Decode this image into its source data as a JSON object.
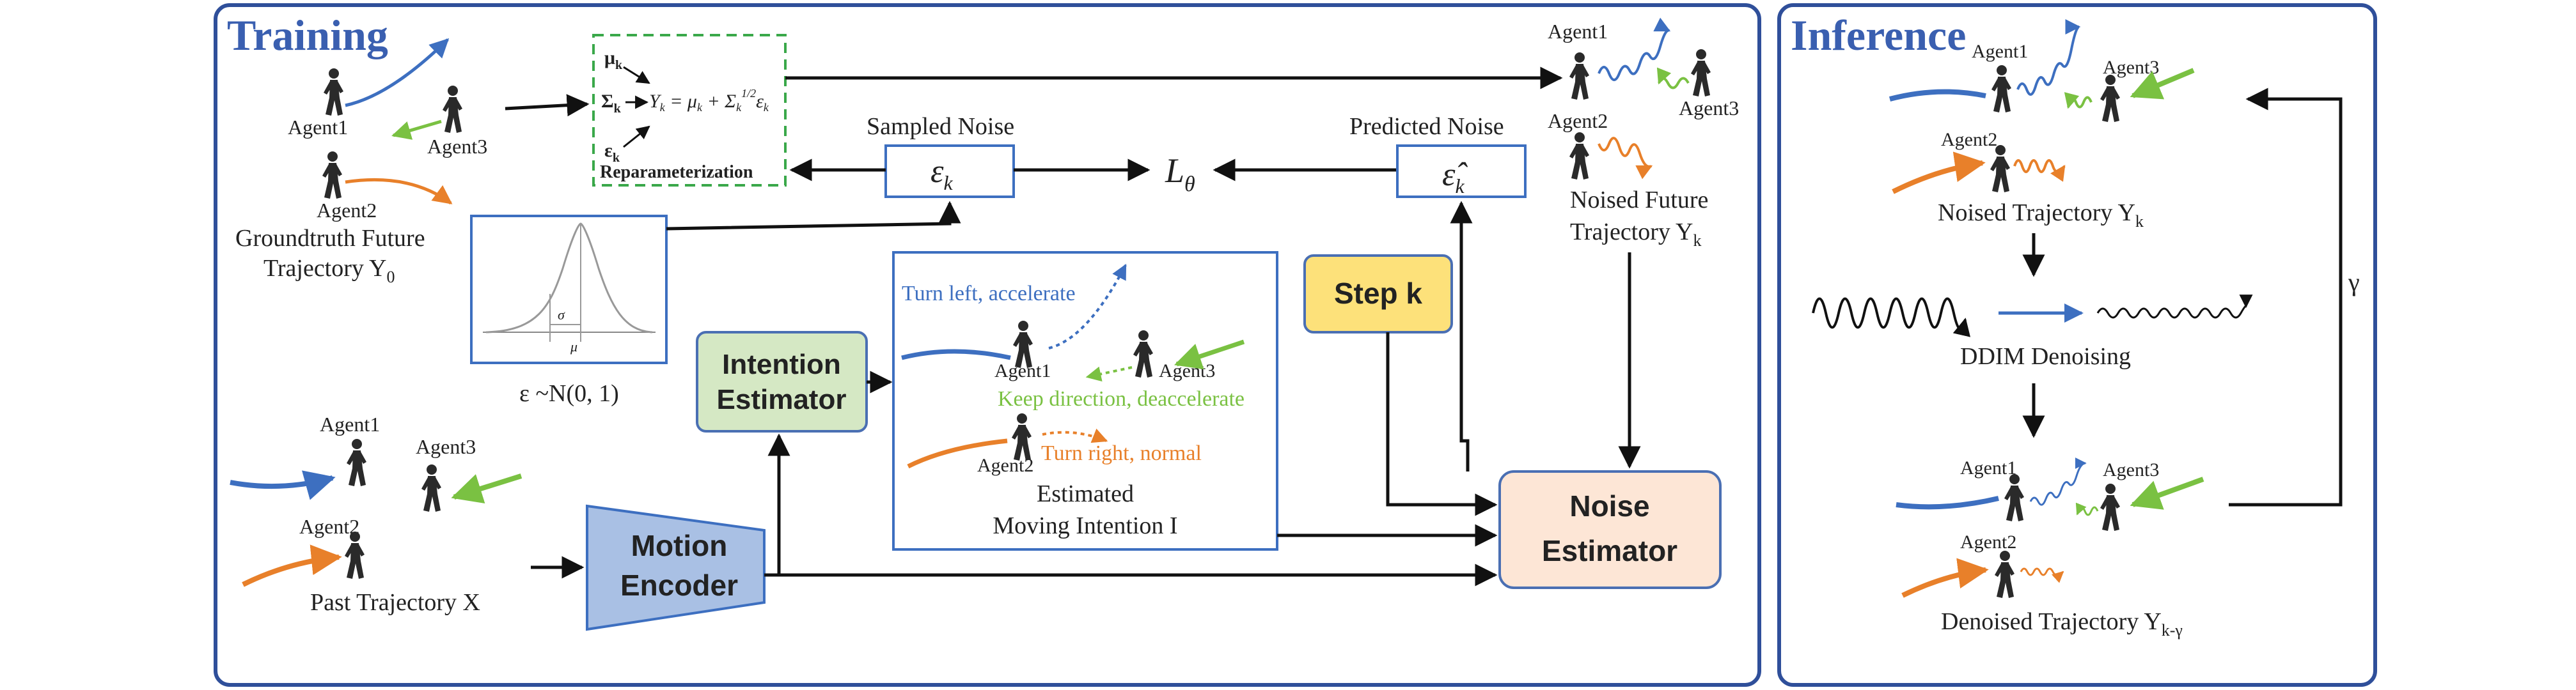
{
  "training": {
    "title": "Training",
    "agents": {
      "a1": "Agent1",
      "a2": "Agent2",
      "a3": "Agent3"
    },
    "groundtruth_l1": "Groundtruth Future",
    "groundtruth_l2": "Trajectory Y",
    "groundtruth_sub": "0",
    "reparam": {
      "mu": "μ",
      "sigma": "Σ",
      "eps": "ε",
      "sub": "k",
      "formula": "Y",
      "formula_rest": " = μ",
      "formula_plus": " + Σ",
      "formula_pow": "1/2",
      "label": "Reparameterization"
    },
    "sampled_noise": "Sampled Noise",
    "eps_k": "ε",
    "eps_sub": "k",
    "loss": "L",
    "loss_sub": "θ",
    "predicted_noise": "Predicted Noise",
    "eps_hat": "ε̂",
    "noised_future_l1": "Noised Future",
    "noised_future_l2": "Trajectory Y",
    "gauss_sigma": "σ",
    "gauss_mu": "μ",
    "gauss_dist": "ε ~N(0, 1)",
    "intention_estimator_l1": "Intention",
    "intention_estimator_l2": "Estimator",
    "turn_left": "Turn left, accelerate",
    "keep_direction": "Keep direction, deaccelerate",
    "turn_right": "Turn right, normal",
    "estimated_l1": "Estimated",
    "estimated_l2": "Moving Intention I",
    "step_k": "Step k",
    "noise_estimator_l1": "Noise",
    "noise_estimator_l2": "Estimator",
    "motion_encoder_l1": "Motion",
    "motion_encoder_l2": "Encoder",
    "past_trajectory": "Past Trajectory X"
  },
  "inference": {
    "title": "Inference",
    "noised_trajectory": "Noised Trajectory Y",
    "ddim": "DDIM Denoising",
    "denoised_trajectory": "Denoised Trajectory Y",
    "denoised_sub": "k-γ",
    "gamma": "γ"
  },
  "colors": {
    "frame": "#2f4f9a",
    "title": "#3a5fb0",
    "blue": "#3d6fc0",
    "orange": "#e8802a",
    "green": "#7ac142",
    "intention_fill": "#d5e8c4",
    "intention_stroke": "#4a6fb3",
    "step_fill": "#fde17a",
    "noise_est_fill": "#fde6d6",
    "motion_fill": "#a9c0e4",
    "reparam_border": "#3aa84a"
  }
}
